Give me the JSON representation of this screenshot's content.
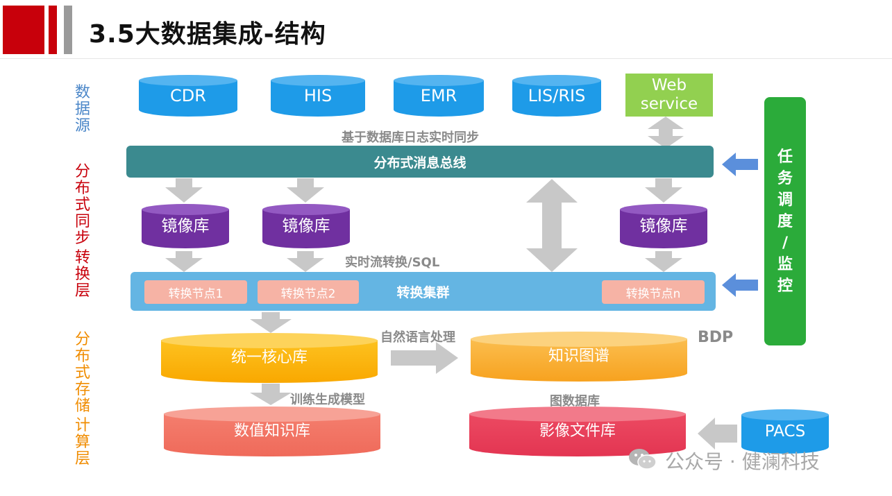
{
  "title": "3.5大数据集成-结构",
  "layers": {
    "source": [
      "数",
      "据",
      "源"
    ],
    "sync": [
      "分",
      "布",
      "式",
      "同",
      "步",
      "",
      "转",
      "换",
      "层"
    ],
    "storage": [
      "分",
      "布",
      "式",
      "存",
      "储",
      "",
      "计",
      "算",
      "层"
    ]
  },
  "sources": {
    "cdr": "CDR",
    "his": "HIS",
    "emr": "EMR",
    "lisris": "LIS/RIS",
    "web_line1": "Web",
    "web_line2": "service"
  },
  "captions": {
    "db_log_sync": "基于数据库日志实时同步",
    "realtime_sql": "实时流转换/SQL",
    "nlp": "自然语言处理",
    "train_model": "训练生成模型",
    "graph_db": "图数据库",
    "bdp": "BDP"
  },
  "bus": {
    "label": "分布式消息总线"
  },
  "mirrors": [
    "镜像库",
    "镜像库",
    "镜像库"
  ],
  "cluster": {
    "label": "转换集群",
    "nodes": [
      "转换节点1",
      "转换节点2",
      "转换节点n"
    ]
  },
  "storage": {
    "core": "统一核心库",
    "knowledge_graph": "知识图谱",
    "numeric_kb": "数值知识库",
    "image_lib": "影像文件库",
    "pacs": "PACS"
  },
  "scheduler": [
    "任",
    "务",
    "调",
    "度",
    "/",
    "监",
    "控"
  ],
  "watermark": "公众号 · 健澜科技",
  "colors": {
    "accent_red": "#c8000b",
    "db_blue": "#1e9be8",
    "web_green": "#92d050",
    "bus_teal": "#3b8a8f",
    "mirror_purple": "#7030a0",
    "cluster_blue": "#64b5e3",
    "core_orange": "#fdb813",
    "kg_orange": "#f9b23a",
    "numeric_salmon": "#f0786a",
    "image_pink": "#e8405a",
    "scheduler_green": "#2bab3a",
    "arrow_gray": "#c8c8c8",
    "arrow_blue": "#5b8fdb"
  }
}
